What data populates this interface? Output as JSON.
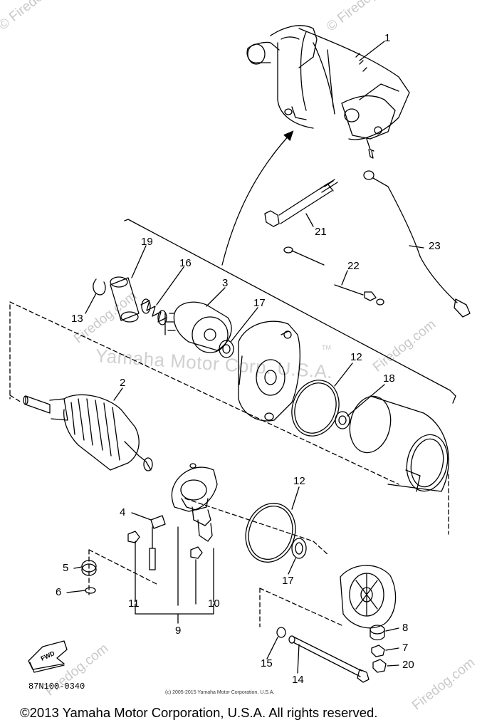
{
  "watermarks": {
    "center": "Yamaha Motor Corp. U.S.A.",
    "center_tm": "TM",
    "firedog": "© Firedog.com",
    "firedog_short": "Firedog.com"
  },
  "callouts": {
    "p1": "1",
    "p2": "2",
    "p3": "3",
    "p4": "4",
    "p5": "5",
    "p6": "6",
    "p7": "7",
    "p8": "8",
    "p9": "9",
    "p10": "10",
    "p11": "11",
    "p12a": "12",
    "p12b": "12",
    "p13": "13",
    "p14": "14",
    "p15": "15",
    "p16": "16",
    "p17a": "17",
    "p17b": "17",
    "p18": "18",
    "p19": "19",
    "p20": "20",
    "p21": "21",
    "p22": "22",
    "p23": "23"
  },
  "fwd_label": "FWD",
  "diagram_code": "87N100-0340",
  "small_copyright": "(c) 2005-2015 Yamaha Motor Corporation, U.S.A.",
  "footer": "©2013 Yamaha Motor Corporation, U.S.A. All rights reserved."
}
